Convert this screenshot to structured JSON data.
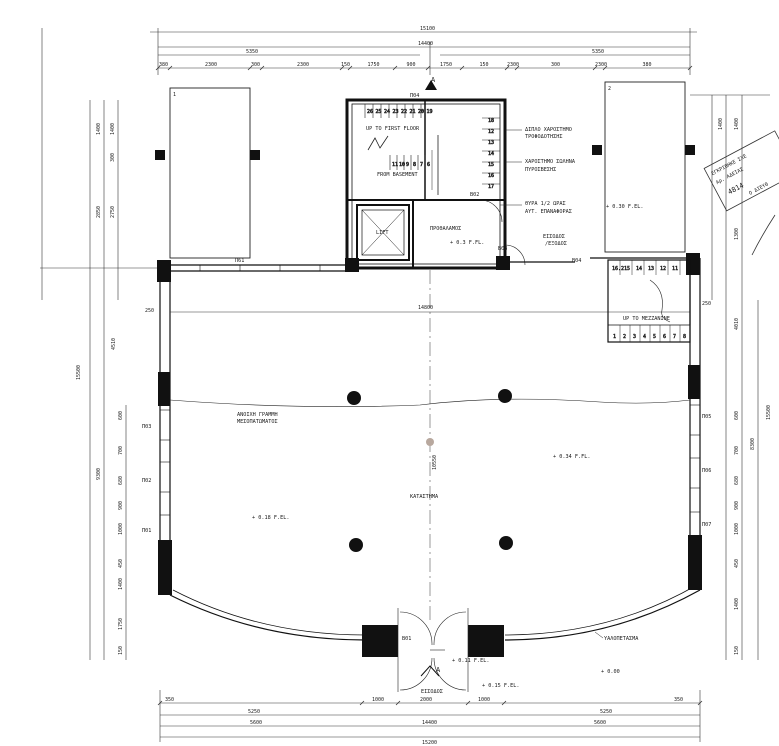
{
  "dims_top": {
    "overall": "15100",
    "inner": "14400",
    "left_half": "5350",
    "right_half": "5350",
    "segments": [
      "380",
      "2300",
      "300",
      "2300",
      "150",
      "1750",
      "900",
      "1750",
      "150",
      "2300",
      "300",
      "2300",
      "380"
    ]
  },
  "dims_bottom": {
    "segments": [
      "350",
      "1000",
      "2000",
      "1000",
      "350"
    ],
    "left_mid": "5250",
    "right_mid": "5250",
    "left_long": "5600",
    "right_long": "5600",
    "inner": "14400",
    "overall": "15200"
  },
  "dims_left": {
    "overall": "15500",
    "upper": [
      "1400",
      "300",
      "2750",
      "2850"
    ],
    "mid": "4510",
    "lower": "9300",
    "windows": [
      "600",
      "700",
      "680",
      "900",
      "1000",
      "450",
      "1400",
      "1750",
      "150"
    ]
  },
  "dims_right": {
    "overall": "15500",
    "upper": [
      "1400",
      "1400",
      "1300"
    ],
    "mid": "4010",
    "lower": "8300",
    "windows": [
      "600",
      "700",
      "680",
      "900",
      "1000",
      "450",
      "1400",
      "150"
    ]
  },
  "openings": {
    "w61": "П61",
    "w03": "П03",
    "w02": "П02",
    "w01": "П01",
    "w05": "П05",
    "w06": "П06",
    "w07": "П07",
    "w04": "П04",
    "d01": "Β01",
    "d02": "Β02",
    "d03": "Β03",
    "d04": "Β04"
  },
  "labels": {
    "up_ground": "UP TO FIRST FLOOR",
    "from_basement": "FROM BASEMENT",
    "lift": "LIFT",
    "pump_note_1": "ΔΙΠΛΟ ΧΑΡΟΣΤΗΜΟ",
    "pump_note_2": "ΤΡΟΦΟΔΟΤΗΣΗΣ",
    "fire_note_1": "ΧΑΡΟΣΤΗΜΟ ΣΩΛΗΝΑ",
    "fire_note_2": "ΠΥΡΟΣΒΕΣΗΣ",
    "door_note_1": "ΘΥΡΑ 1/2 ΩΡΑΣ",
    "door_note_2": "ΑΥΤ. ΕΠΑΝΑΦΟΡΑΣ",
    "vestibule": "ΠΡΟΘΑΛΑΜΟΣ",
    "entrance_side": "ΕΙΣΟΔΟΣ",
    "entrance_side_2": "/ΕΞΟΔΟΣ",
    "up_mezz": "UP TO MEZZANINE",
    "mezz_note_1": "ΑΝΟΙΧΗ ΓΡΑΜΜΗ",
    "mezz_note_2": "ΜΕΣΟΠΑΤΩΜΑΤΟΣ",
    "shop": "ΚΑΤΑΣΤΗΜΑ",
    "glazing": "ΥΑΛΟΠΕΤΑΣΜΑ",
    "entrance_main": "ΕΙΣΟΔΟΣ",
    "lvl_main": "+ 0.3 F.FL.",
    "lvl_right": "+ 0.34 F.FL.",
    "lvl_left": "+ 0.18 F.EL.",
    "lvl_top_right": "+ 0.30 F.EL.",
    "lvl_entry": "+ 0.11 F.EL.",
    "lvl_step": "+ 0.15 F.EL.",
    "lvl_ground": "+ 0.00",
    "parking_1": "1",
    "parking_2": "2",
    "span_inner": "14800",
    "span_depth": "10550",
    "dim_250": "250",
    "dim_250r": "250",
    "north_a": "A",
    "north_a2": "A",
    "stamp_1": "ΕΓΚΡΙΘΗΚΕ ΣΧΕ",
    "stamp_2": "Αρ. ΑΔΕΙΑΣ",
    "stamp_3": "4814",
    "stamp_4": "Ο ΔΙΕΥΘ"
  },
  "stair_treads_top": [
    "26",
    "25",
    "24",
    "23",
    "22",
    "21",
    "20",
    "19"
  ],
  "stair_treads_bottom": [
    "11",
    "10",
    "9",
    "8",
    "7",
    "6"
  ],
  "stair_side": [
    "18",
    "12",
    "13",
    "14",
    "15",
    "16",
    "17"
  ],
  "mezz_treads_top": [
    "16.2",
    "15",
    "14",
    "13",
    "12",
    "11"
  ],
  "mezz_treads_bottom": [
    "1",
    "2",
    "3",
    "4",
    "5",
    "6",
    "7",
    "8"
  ]
}
